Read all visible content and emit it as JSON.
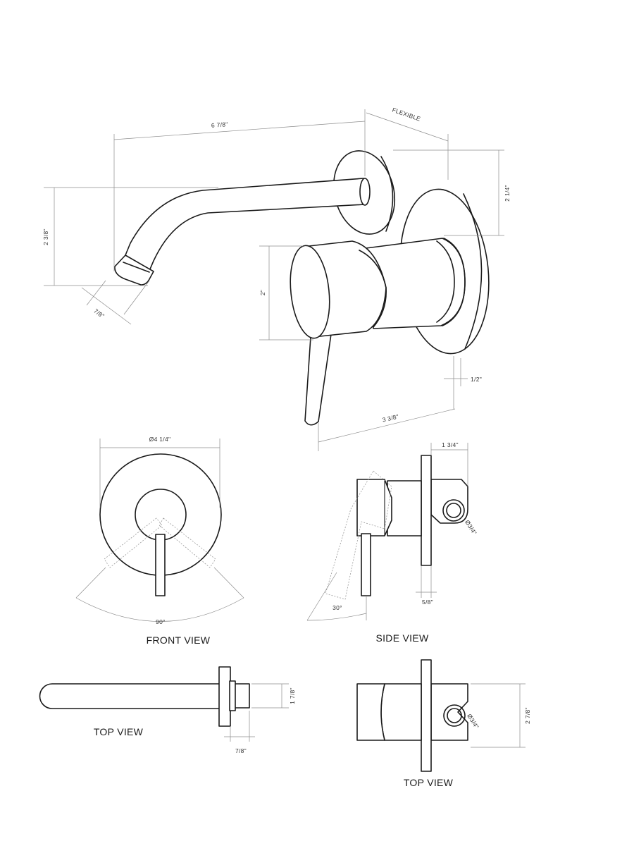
{
  "dimensions": {
    "spout_length": "6 7/8\"",
    "flexible": "FLEXIBLE",
    "spout_height": "2 3/8\"",
    "spout_outlet": "7/8\"",
    "plate_to_lever_height": "2 1/4\"",
    "handle_height": "2\"",
    "plate_thickness": "1/2\"",
    "handle_depth": "3 3/8\"",
    "plate_diameter": "Ø4 1/4\"",
    "rotation_angle": "90°",
    "valve_depth": "1 3/4\"",
    "pipe_diameter_side": "Ø3/4\"",
    "valve_offset": "5/8\"",
    "lever_angle": "30°",
    "spout_collar_height": "1 7/8\"",
    "spout_collar_depth": "7/8\"",
    "valve_body_width": "2 7/8\"",
    "pipe_diameter_top": "Ø3/4\""
  },
  "views": {
    "front": "FRONT VIEW",
    "side": "SIDE VIEW",
    "top_spout": "TOP VIEW",
    "top_valve": "TOP VIEW"
  }
}
